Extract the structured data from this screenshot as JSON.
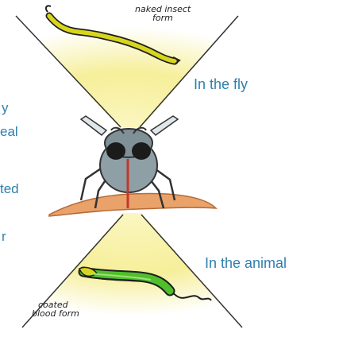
{
  "labels": {
    "fly": "In the fly",
    "animal": "In the animal",
    "naked_line1": "naked insect",
    "naked_line2": "form",
    "coated_line1": "coated",
    "coated_line2": "blood form"
  },
  "cut_text": [
    "y",
    "eal",
    "ted",
    "r"
  ],
  "colors": {
    "label_blue": "#2e7fae",
    "cone_yellow": "#f6ef9a",
    "worm_yellow": "#d8d61c",
    "worm_green": "#4fbf2a",
    "skin": "#e9a26a"
  }
}
